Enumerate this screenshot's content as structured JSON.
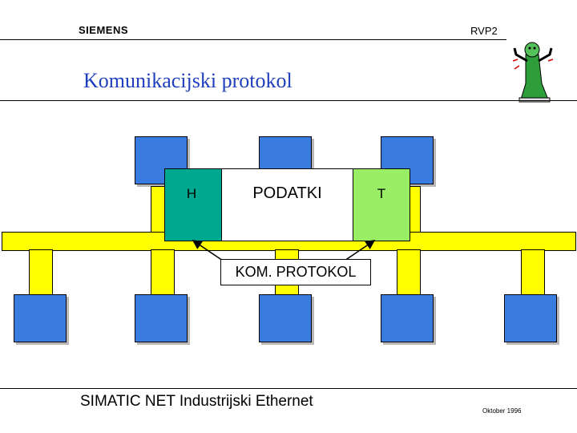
{
  "header": {
    "brand": "SIEMENS",
    "code": "RVP2",
    "title": "Komunikacijski protokol"
  },
  "diagram": {
    "header_label": "H",
    "data_label": "PODATKI",
    "trailer_label": "T",
    "protocol_label": "KOM. PROTOKOL"
  },
  "footer": {
    "text": "SIMATIC NET Industrijski Ethernet",
    "date": "Oktober 1996"
  },
  "colors": {
    "title": "#1f3fbf",
    "node": "#3a7be0",
    "bus": "#ffff00",
    "header_segment": "#00a890",
    "trailer_segment": "#99ee66"
  },
  "icons": {
    "logo": "mascot-figure-icon"
  }
}
